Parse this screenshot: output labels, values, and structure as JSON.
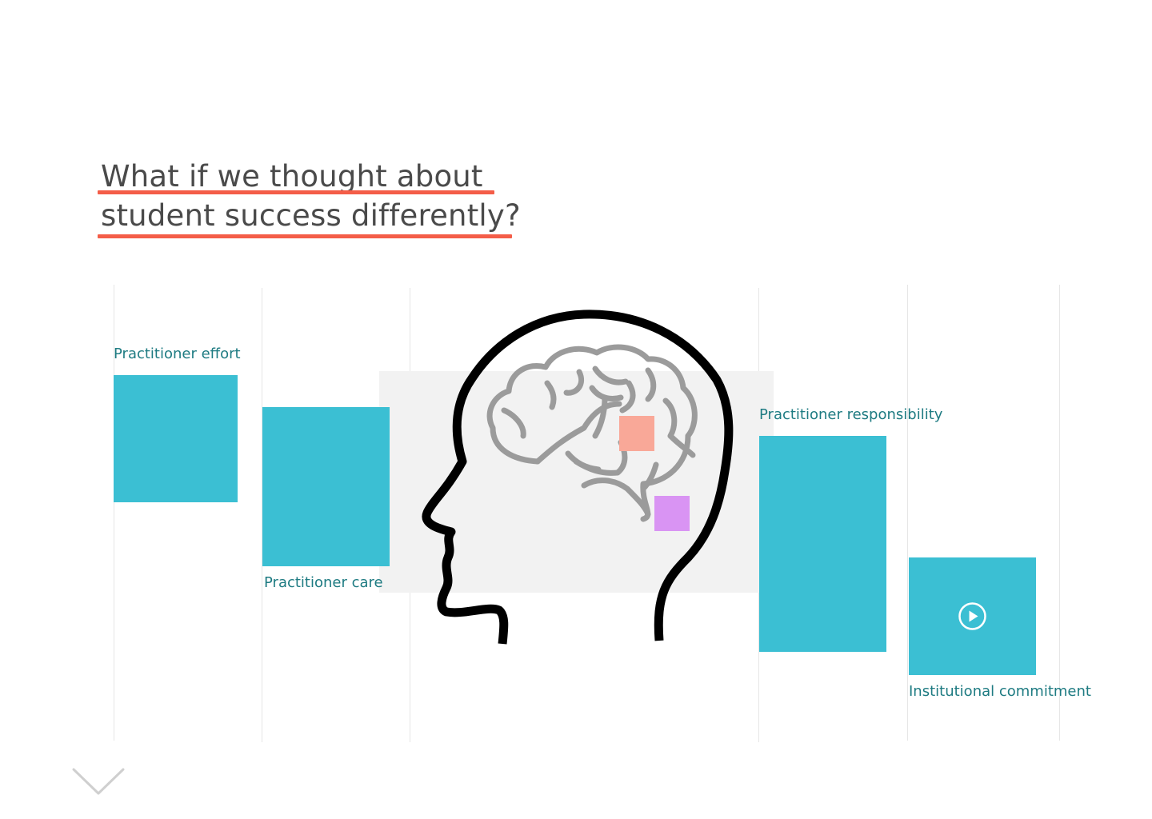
{
  "headline": {
    "line1": "What if we thought about",
    "line2": "student success differently?"
  },
  "labels": {
    "effort": "Practitioner effort",
    "care": "Practitioner care",
    "responsibility": "Practitioner responsibility",
    "commitment": "Institutional commitment"
  },
  "icons": {
    "play": "play-icon",
    "scroll": "chevron-down-icon",
    "head": "head-brain-icon"
  },
  "colors": {
    "accent_underline": "#f45d48",
    "block": "#3bbfd3",
    "label_text": "#1e7b82",
    "headline_text": "#4a4a4a",
    "salmon_square": "#f9a898",
    "violet_square": "#d994f3"
  }
}
